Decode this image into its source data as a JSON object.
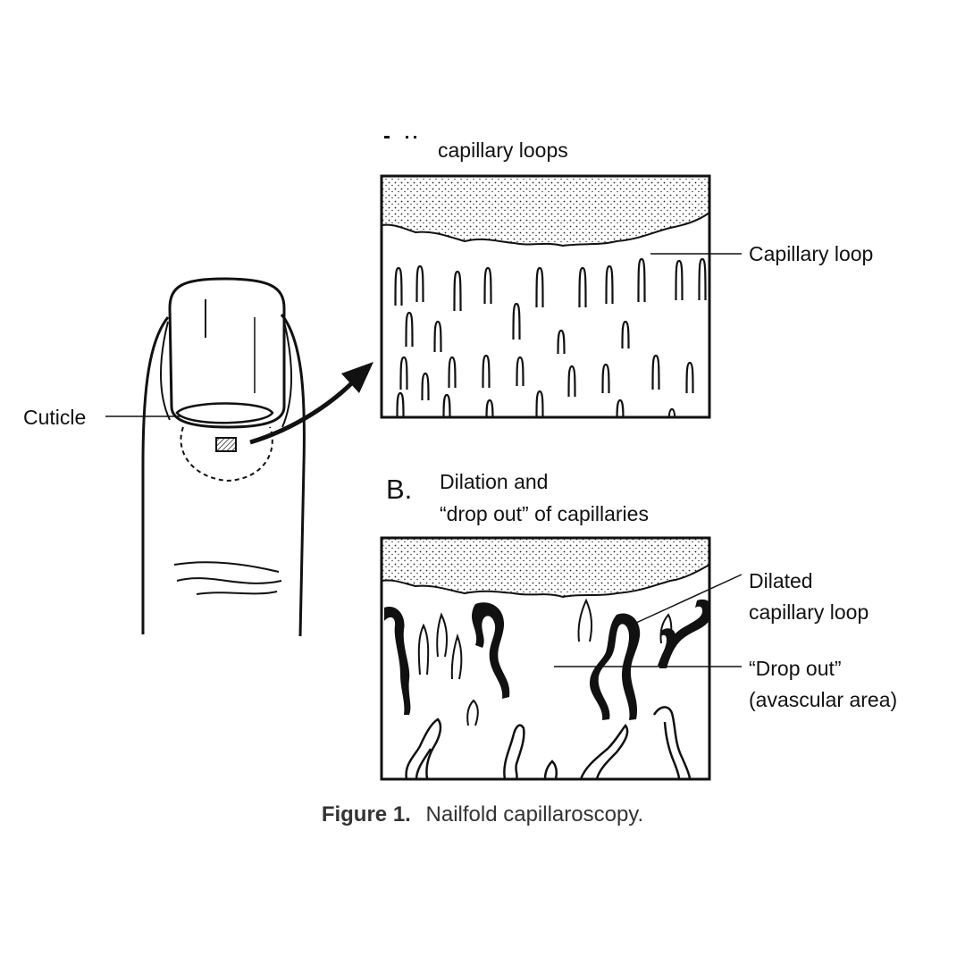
{
  "panel_a": {
    "header_partial": "capillary loops",
    "label_capillary_loop": "Capillary loop"
  },
  "finger": {
    "label_cuticle": "Cuticle"
  },
  "panel_b": {
    "letter": "B.",
    "header_line1": "Dilation and",
    "header_line2": "“drop out” of capillaries",
    "label_dilated_line1": "Dilated",
    "label_dilated_line2": "capillary loop",
    "label_dropout_line1": "“Drop out”",
    "label_dropout_line2": "(avascular area)"
  },
  "caption": {
    "number": "Figure 1.",
    "text": "Nailfold capillaroscopy."
  }
}
